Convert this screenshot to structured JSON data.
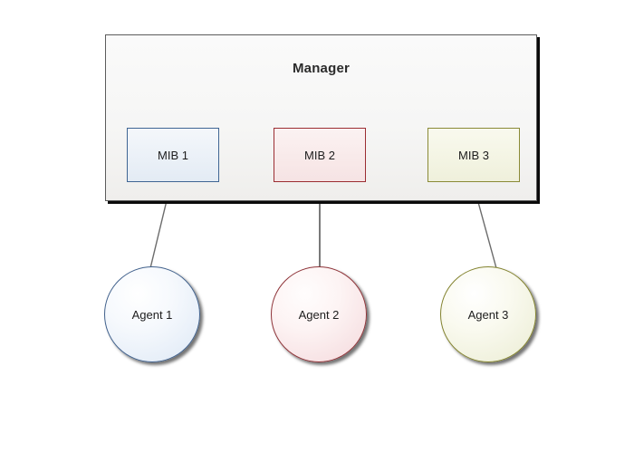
{
  "diagram": {
    "title": "Manager",
    "background_color": "#ffffff",
    "manager": {
      "label": "Manager",
      "border_color": "#5c5c5c",
      "fill_color": "#f6f6f5",
      "shadow_color": "#0a0a0a"
    },
    "mibs": [
      {
        "label": "MIB 1",
        "border_color": "#3f6593",
        "fill_color": "#eaf0f7"
      },
      {
        "label": "MIB 2",
        "border_color": "#9b2d32",
        "fill_color": "#f8e9e9"
      },
      {
        "label": "MIB 3",
        "border_color": "#8a8a36",
        "fill_color": "#f3f4e3"
      }
    ],
    "agents": [
      {
        "label": "Agent 1",
        "border_color": "#41618c",
        "fill_color": "#e6eef8"
      },
      {
        "label": "Agent 2",
        "border_color": "#8e3338",
        "fill_color": "#f7e2e4"
      },
      {
        "label": "Agent 3",
        "border_color": "#83832f",
        "fill_color": "#f0f1dd"
      }
    ],
    "connectors": [
      {
        "from": "Agent 1",
        "to": "MIB 1",
        "direction": "up-right",
        "color": "#6b6b6b",
        "arrowhead": "at-target"
      },
      {
        "from": "Agent 2",
        "to": "MIB 2",
        "direction": "up",
        "color": "#6b6b6b",
        "arrowhead": "at-target"
      },
      {
        "from": "Agent 3",
        "to": "MIB 3",
        "direction": "up-left",
        "color": "#6b6b6b",
        "arrowhead": "at-target"
      }
    ]
  }
}
